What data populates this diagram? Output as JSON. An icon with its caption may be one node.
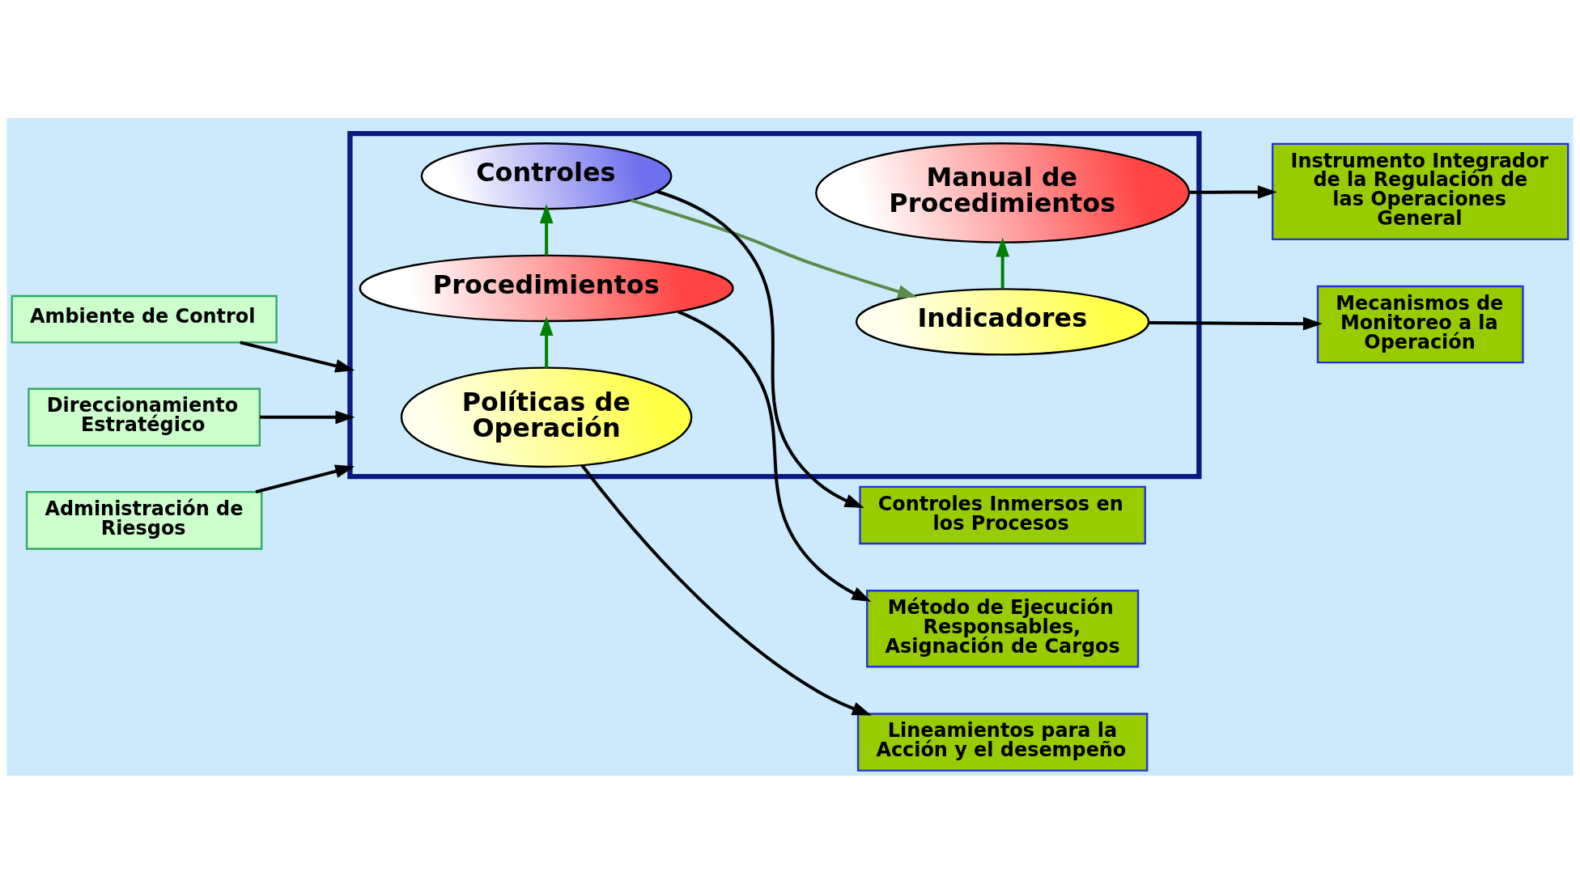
{
  "diagram": {
    "nodes": [
      {
        "text": [
          "Ambiente de Control"
        ]
      },
      {
        "text": [
          "Direccionamiento Estratégico"
        ]
      },
      {
        "text": [
          "Administración de Riesgos"
        ]
      },
      {
        "text": [],
        "shape": "box"
      },
      {
        "text": [
          "Políticas de Operación"
        ],
        "in": 3
      },
      {
        "text": [
          "Procedimientos"
        ],
        "in": 3
      },
      {
        "text": [
          "Manual de Procedimientos"
        ],
        "in": 3
      },
      {
        "text": [
          "Controles"
        ],
        "in": 3
      },
      {
        "text": [
          "Indicadores"
        ],
        "in": 3
      },
      {
        "text": [
          "Lineamientos para la Acción y el desempeño"
        ]
      },
      {
        "text": [
          "Instrumento Integrador de la Regulación de las Operaciones General"
        ]
      },
      {
        "text": [
          "Mecanismos de Monitoreo a la Operación"
        ]
      },
      {
        "text": [
          "Método de Ejecución Responsables, Asignación de Cargos"
        ]
      },
      {
        "text": [
          "Controles Inmersos en los Procesos"
        ]
      }
    ],
    "edges": [
      {
        "from": 0,
        "to": 3,
        "arrow": "to"
      },
      {
        "from": 1,
        "to": 3,
        "arrow": "to"
      },
      {
        "from": 2,
        "to": 3,
        "arrow": "to"
      },
      {
        "from": 4,
        "to": 5,
        "arrow": "to",
        "color": "#008000"
      },
      {
        "from": 5,
        "to": 7,
        "arrow": "to",
        "color": "#008000"
      },
      {
        "from": 7,
        "to": 8,
        "arrow": "to",
        "color": "#5b8c4a"
      },
      {
        "from": 8,
        "to": 6,
        "arrow": "to",
        "color": "#008000"
      },
      {
        "from": 4,
        "to": 9,
        "arrow": "to"
      },
      {
        "from": 6,
        "to": 10,
        "arrow": "to"
      },
      {
        "from": 8,
        "to": 11,
        "arrow": "to"
      },
      {
        "from": 5,
        "to": 12,
        "arrow": "to"
      },
      {
        "from": 7,
        "to": 13,
        "arrow": "to"
      }
    ]
  }
}
